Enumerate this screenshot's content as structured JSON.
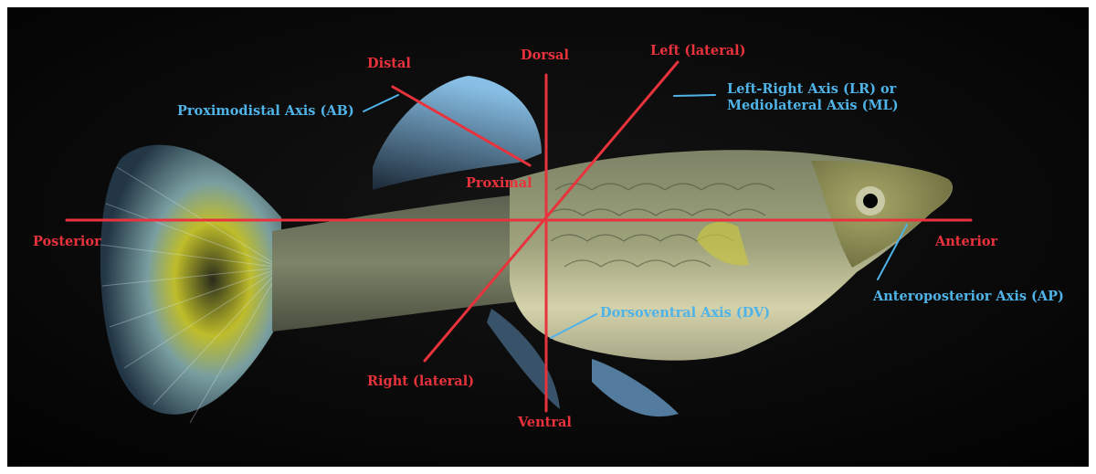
{
  "colors": {
    "background": "#050505",
    "axis_line": "#e8323c",
    "axis_term_text": "#e8323c",
    "axis_name_text": "#4fb3e8",
    "leader_line": "#4fb3e8"
  },
  "terms": {
    "dorsal": "Dorsal",
    "ventral": "Ventral",
    "distal": "Distal",
    "proximal": "Proximal",
    "left_lateral": "Left (lateral)",
    "right_lateral": "Right (lateral)",
    "posterior": "Posterior",
    "anterior": "Anterior"
  },
  "axes": {
    "proximodistal": "Proximodistal Axis (AB)",
    "left_right_line1": "Left-Right Axis (LR) or",
    "left_right_line2": "Mediolateral Axis (ML)",
    "dorsoventral": "Dorsoventral Axis (DV)",
    "anteroposterior": "Anteroposterior Axis (AP)"
  },
  "image": {
    "subject": "fish-photo"
  }
}
